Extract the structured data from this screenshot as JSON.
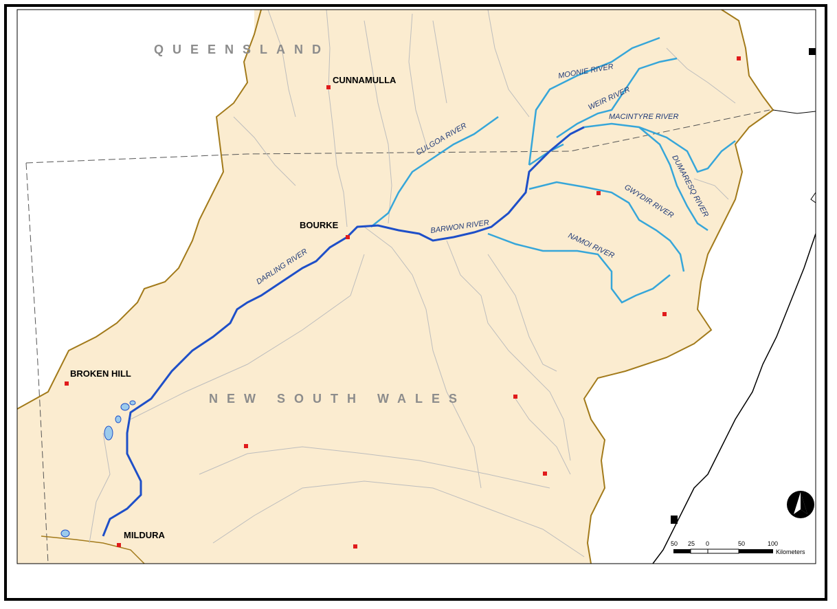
{
  "regions": {
    "queensland": "QUEENSLAND",
    "nsw": "NEW SOUTH WALES"
  },
  "towns": {
    "cunnamulla": "CUNNAMULLA",
    "bourke": "BOURKE",
    "broken_hill": "BROKEN HILL",
    "mildura": "MILDURA"
  },
  "rivers": {
    "moonie": "MOONIE RIVER",
    "weir": "WEIR RIVER",
    "macintyre": "MACINTYRE RIVER",
    "dumaresq": "DUMARESQ RIVER",
    "gwydir": "GWYDIR RIVER",
    "namoi": "NAMOI RIVER",
    "barwon": "BARWON RIVER",
    "culgoa": "CULGOA RIVER",
    "darling": "DARLING RIVER"
  },
  "scale": {
    "ticks": [
      "50",
      "25",
      "0",
      "50",
      "100"
    ],
    "unit": "Kilometers"
  },
  "colors": {
    "land": "#fbecd0",
    "state_border": "#a27a1a",
    "main_river": "#1e4fc8",
    "tributary": "#36a6d9",
    "minor_river": "#bdbdbd",
    "town_marker": "#e01b1b"
  }
}
